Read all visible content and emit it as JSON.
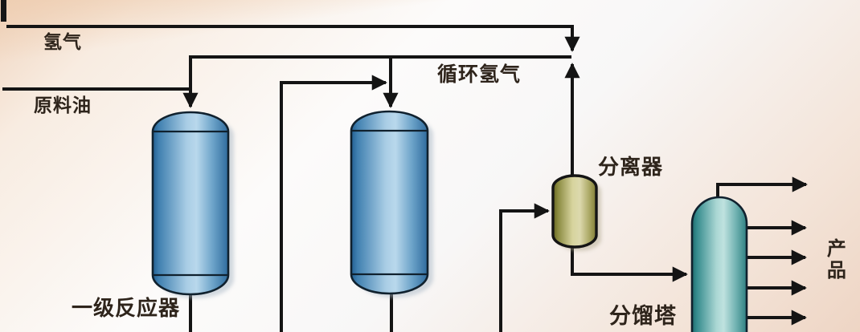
{
  "diagram": {
    "type": "process-flow-diagram",
    "labels": {
      "hydrogen": "氢气",
      "feed_oil": "原料油",
      "recycle_hydrogen": "循环氢气",
      "separator": "分离器",
      "first_stage_reactor": "一级反应器",
      "fractionation_tower": "分馏塔",
      "product": "产品"
    },
    "product_outlet_arrows": 5,
    "colors": {
      "line": "#141414",
      "text": "#2e241b",
      "reactor_blue": "#2f6b9d",
      "separator_olive": "#7d7a32",
      "tower_teal": "#2f8082",
      "background_peach": "#f0d5bf"
    }
  }
}
